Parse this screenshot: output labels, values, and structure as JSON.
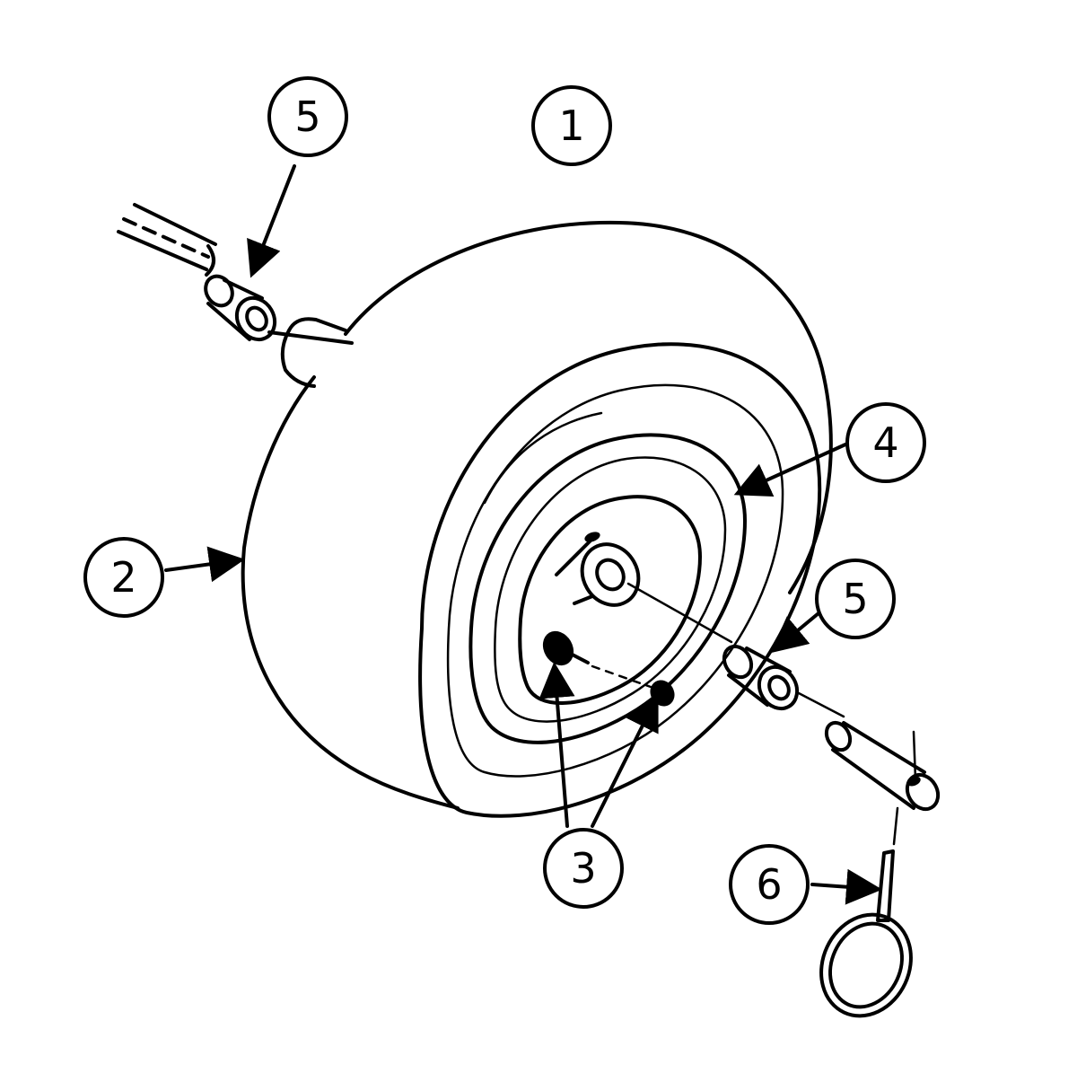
{
  "diagram": {
    "callouts": [
      {
        "id": "callout-1",
        "label": "1"
      },
      {
        "id": "callout-2",
        "label": "2"
      },
      {
        "id": "callout-3",
        "label": "3"
      },
      {
        "id": "callout-4",
        "label": "4"
      },
      {
        "id": "callout-5-left",
        "label": "5"
      },
      {
        "id": "callout-5-right",
        "label": "5"
      },
      {
        "id": "callout-6",
        "label": "6"
      }
    ],
    "colors": {
      "ink": "#000000",
      "paper": "#ffffff"
    }
  }
}
